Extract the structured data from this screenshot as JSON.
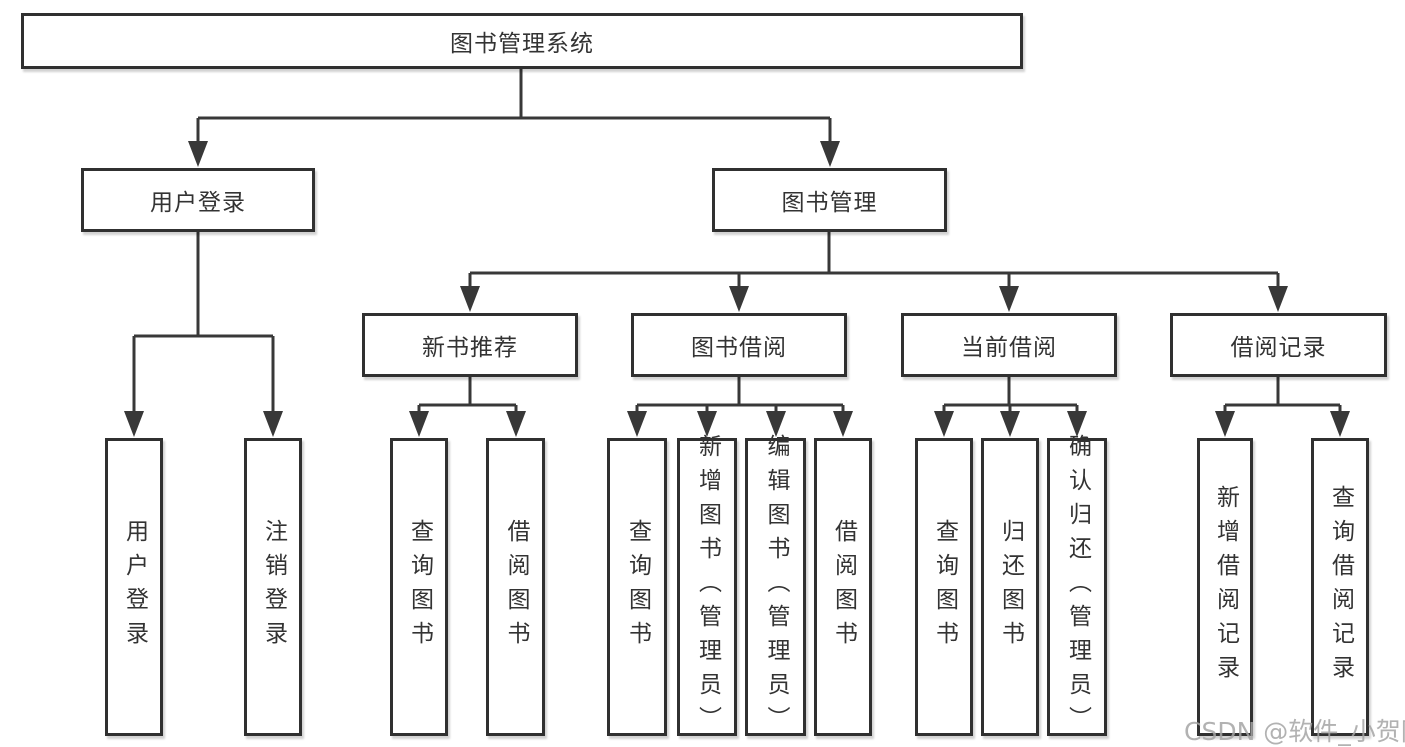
{
  "diagram": {
    "root": {
      "label": "图书管理系统"
    },
    "level2": [
      {
        "label": "用户登录"
      },
      {
        "label": "图书管理"
      }
    ],
    "level3": [
      {
        "label": "新书推荐"
      },
      {
        "label": "图书借阅"
      },
      {
        "label": "当前借阅"
      },
      {
        "label": "借阅记录"
      }
    ],
    "leaves": {
      "user_login": [
        "用户登录",
        "注销登录"
      ],
      "new_books": [
        "查询图书",
        "借阅图书"
      ],
      "book_borrow": [
        "查询图书",
        "新增图书（管理员）",
        "编辑图书（管理员）",
        "借阅图书"
      ],
      "current_borrow": [
        "查询图书",
        "归还图书",
        "确认归还（管理员）"
      ],
      "borrow_records": [
        "新增借阅记录",
        "查询借阅记录"
      ]
    },
    "colors": {
      "line": "#383838",
      "border": "#303030",
      "text": "#333333",
      "watermark": "#a5a5a5"
    }
  },
  "watermark": {
    "text": "CSDN @软件_小贺同学"
  }
}
